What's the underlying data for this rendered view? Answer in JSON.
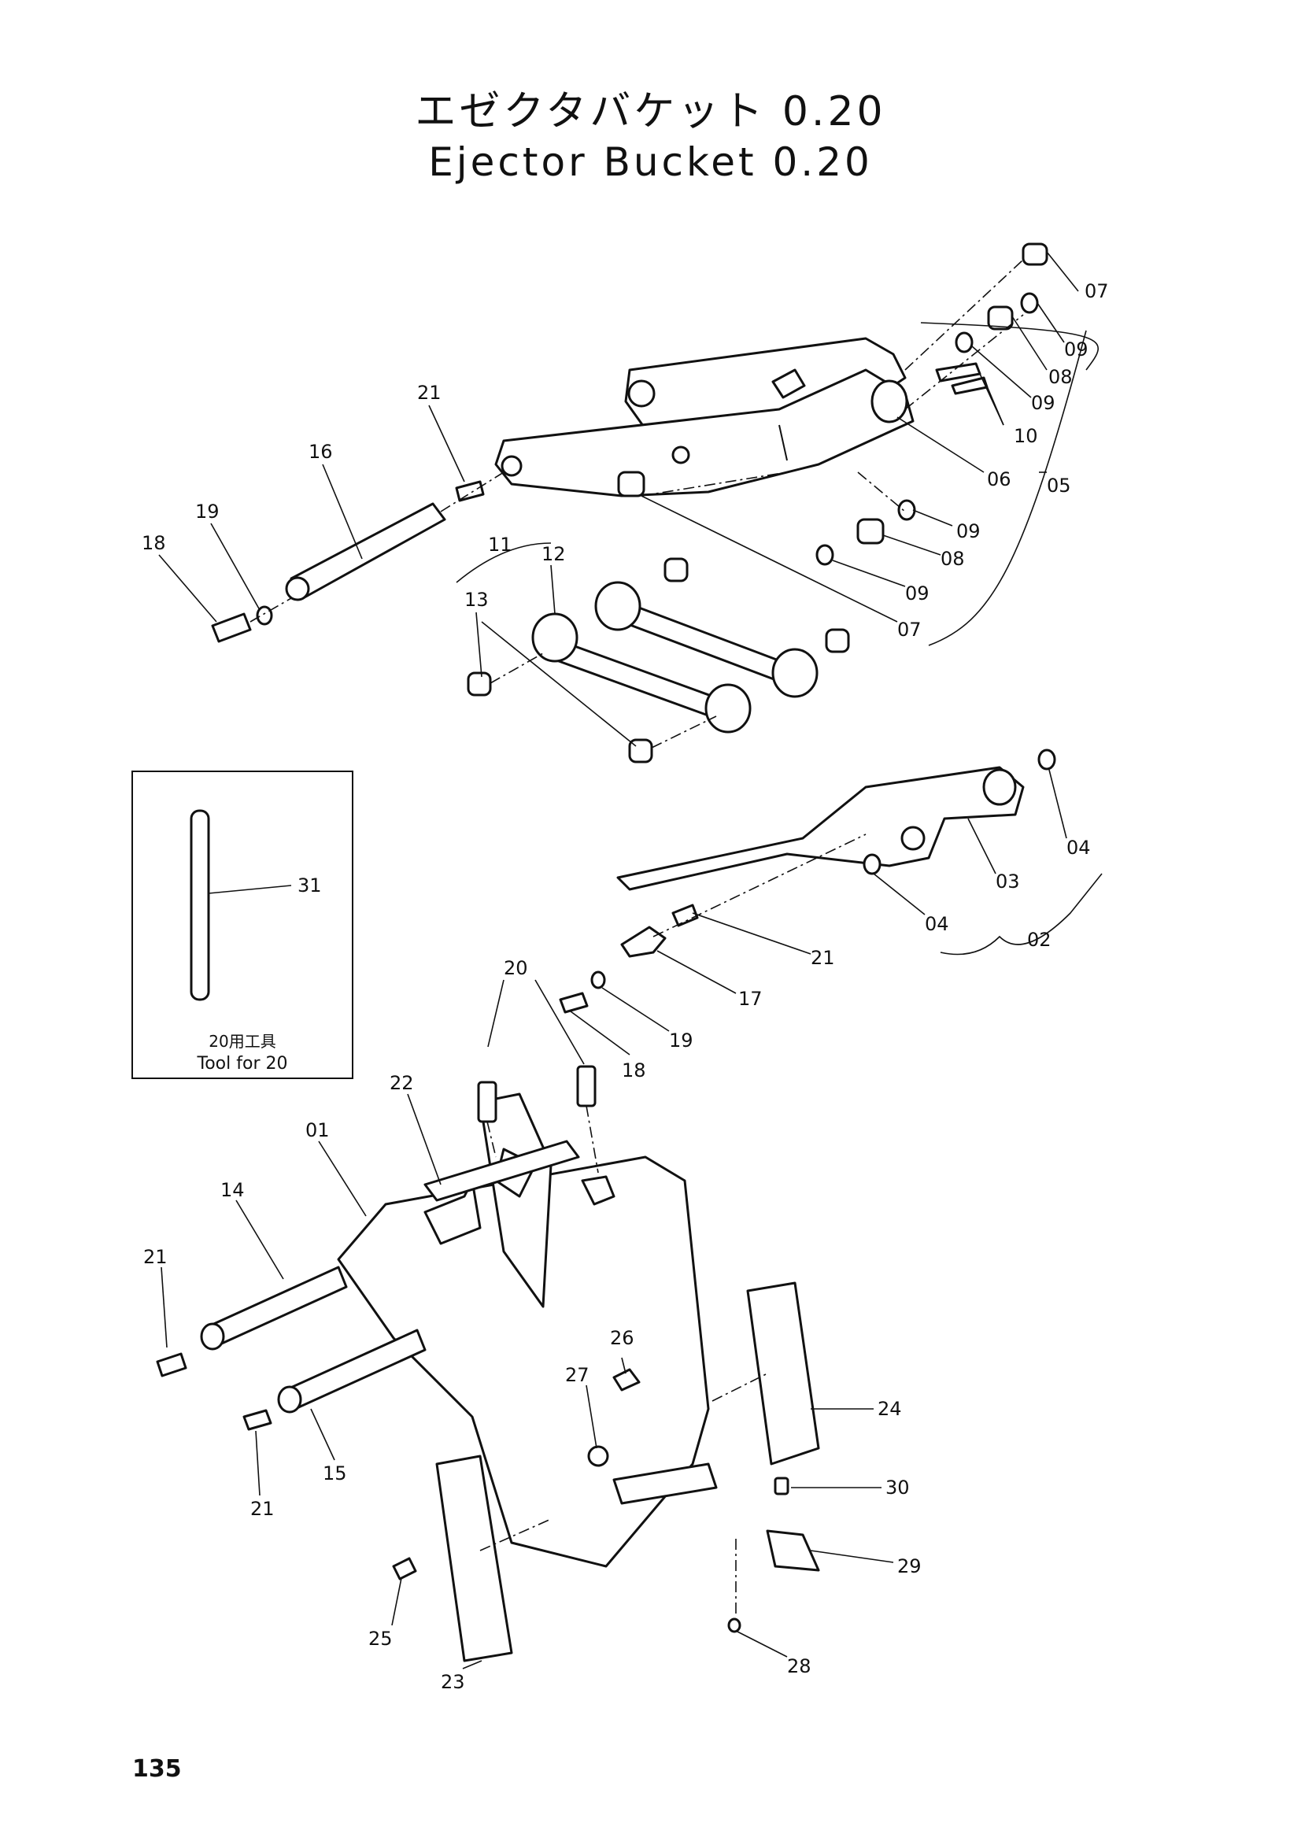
{
  "title": {
    "japanese": "エゼクタバケット 0.20",
    "english": "Ejector Bucket 0.20"
  },
  "tool_box": {
    "caption_jp": "20用工具",
    "caption_en": "Tool for 20"
  },
  "page_number": "135",
  "callouts": [
    "07",
    "09",
    "08",
    "09",
    "10",
    "06",
    "05",
    "21",
    "16",
    "19",
    "18",
    "11",
    "12",
    "13",
    "09",
    "08",
    "09",
    "07",
    "31",
    "04",
    "03",
    "04",
    "02",
    "21",
    "17",
    "19",
    "18",
    "20",
    "22",
    "01",
    "14",
    "21",
    "15",
    "21",
    "27",
    "26",
    "24",
    "30",
    "29",
    "25",
    "23",
    "28"
  ]
}
